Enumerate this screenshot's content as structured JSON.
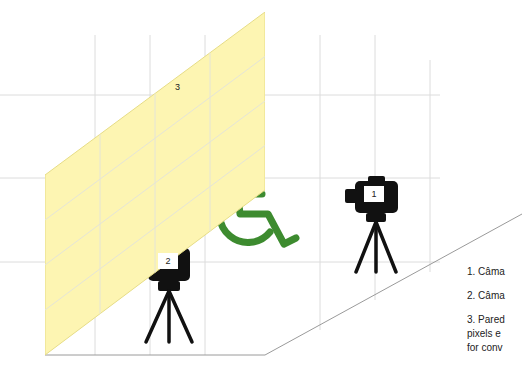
{
  "diagram": {
    "nodes": [
      {
        "text": [
          "3"
        ]
      },
      {
        "text": [
          "1"
        ]
      },
      {
        "text": [
          "2"
        ]
      }
    ],
    "labels": [
      "1. Câma",
      "2. Câma",
      "3. Pared pixels e for conv"
    ]
  }
}
